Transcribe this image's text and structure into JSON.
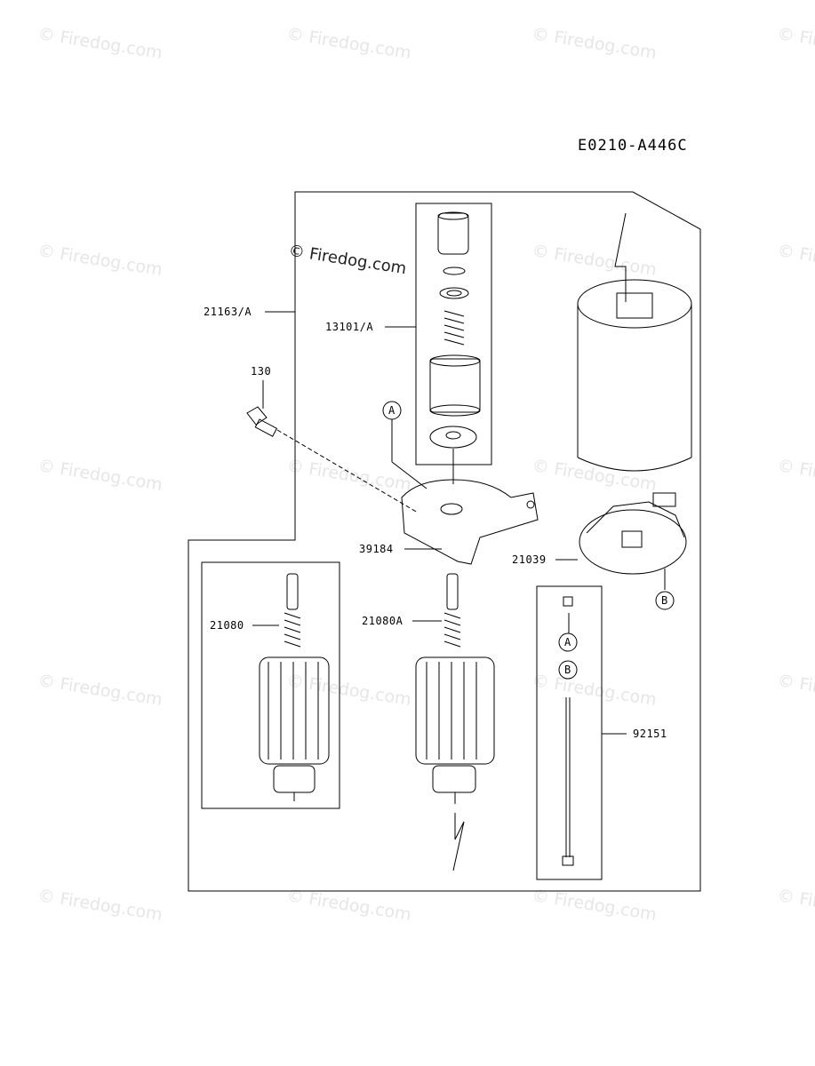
{
  "diagram_id": "E0210-A446C",
  "watermark_text": "© Firedog.com",
  "labels": {
    "housing": "21163/A",
    "pinion_kit": "13101/A",
    "bolt": "130",
    "bracket": "39184",
    "armature_left": "21080",
    "armature_right": "21080A",
    "brush_holder": "21039",
    "through_bolt": "92151"
  },
  "callouts": {
    "a_bracket": "A",
    "a_bolt": "A",
    "b_brush": "B",
    "b_bolt": "B"
  }
}
